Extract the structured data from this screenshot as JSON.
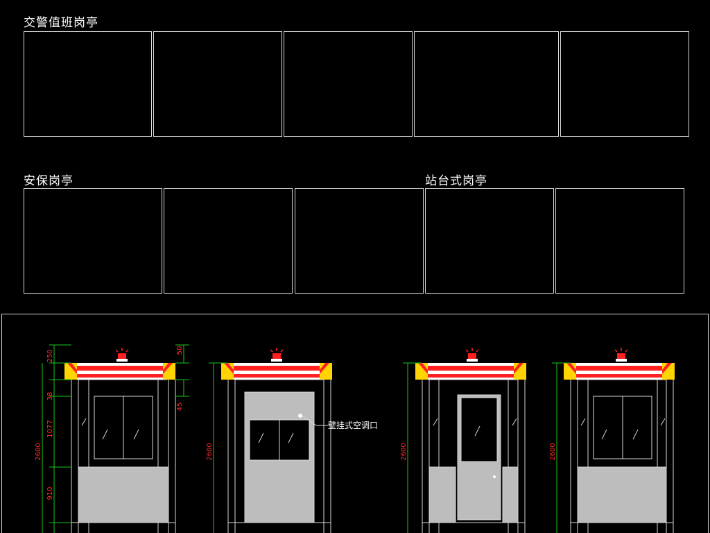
{
  "sections": {
    "traffic": "交警值班岗亭",
    "security": "安保岗亭",
    "platform": "站台式岗亭"
  },
  "callout": "壁挂式空调口",
  "dimensions": {
    "d250": "250",
    "d50": "50",
    "d38": "38",
    "d45": "45",
    "d1077": "1077",
    "d910": "910",
    "d2600": "2600"
  },
  "colors": {
    "roof_red": "#ff2020",
    "roof_yellow": "#ffd400",
    "dim_red": "#ff2a2a",
    "dim_green": "#19c819",
    "line": "#d8d8d8"
  }
}
